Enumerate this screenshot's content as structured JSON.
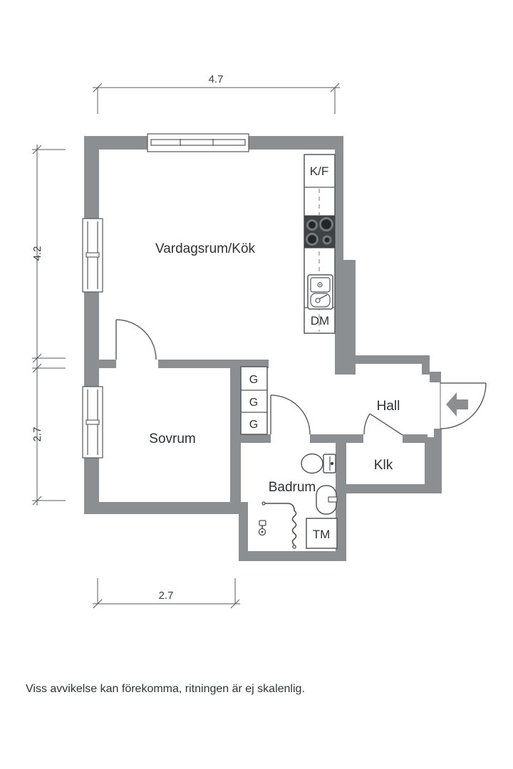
{
  "floorplan": {
    "rooms": {
      "living_kitchen": "Vardagsrum/Kök",
      "bedroom": "Sovrum",
      "bathroom": "Badrum",
      "hall": "Hall",
      "closet": "Klk"
    },
    "fixtures": {
      "fridge_freezer": "K/F",
      "dishwasher": "DM",
      "washing_machine": "TM",
      "wardrobe_1": "G",
      "wardrobe_2": "G",
      "wardrobe_3": "G"
    },
    "dimensions": {
      "top_width_m": "4.7",
      "left_upper_m": "4.2",
      "left_lower_m": "2.7",
      "bottom_width_m": "2.7"
    },
    "colors": {
      "wall": "#8B8F92",
      "stove": "#3E4245",
      "outline": "#55585B",
      "text": "#2F3235",
      "background": "#FFFFFF"
    }
  },
  "footer": {
    "disclaimer": "Viss avvikelse kan förekomma, ritningen är ej skalenlig."
  }
}
